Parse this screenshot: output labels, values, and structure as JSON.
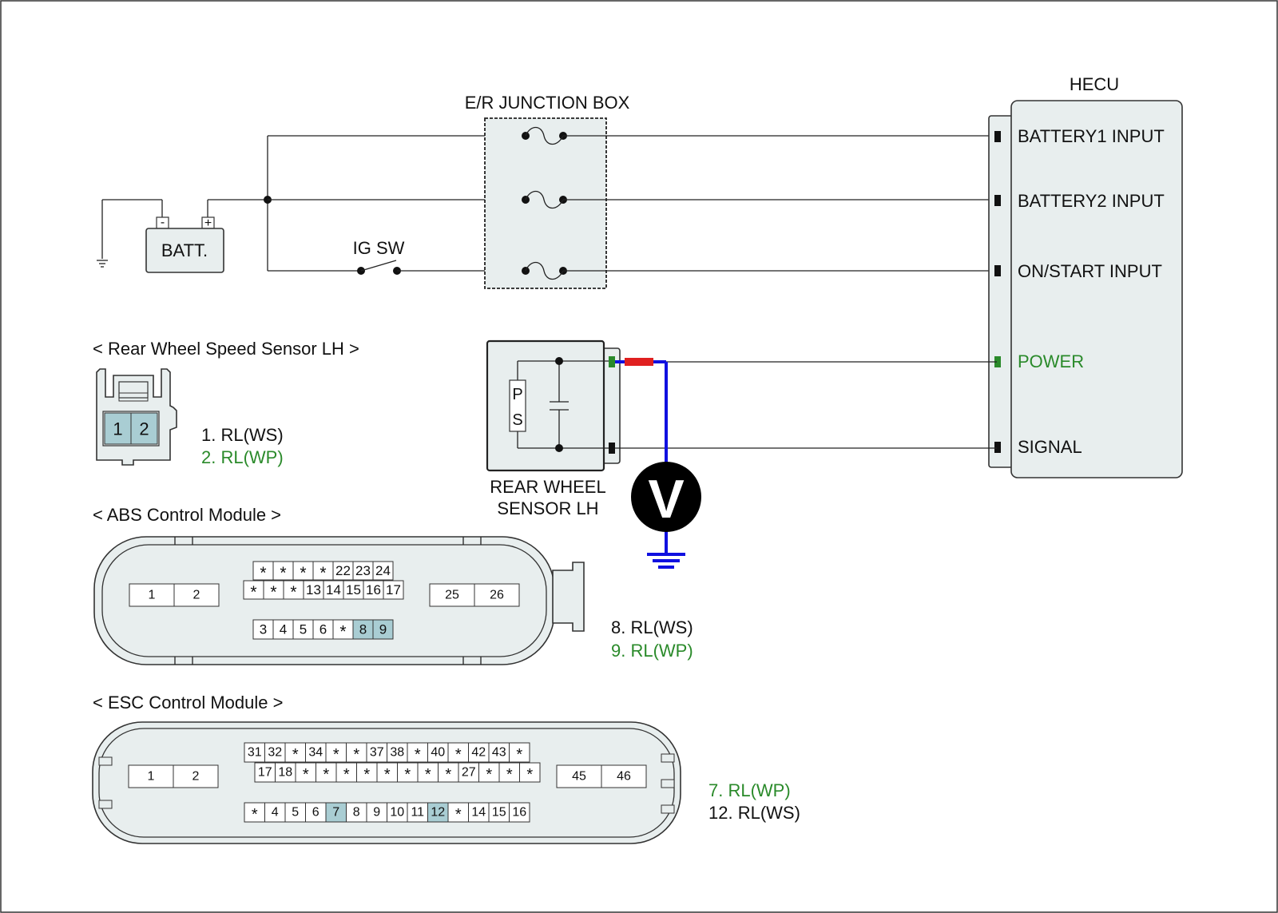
{
  "colors": {
    "body_fill": "#e8eeee",
    "pin_highlight": "#a9cdd3",
    "green_label": "#2a8a2a",
    "probe_wire": "#1010e0",
    "probe_tip": "#e02020"
  },
  "junction_box": {
    "title": "E/R JUNCTION BOX"
  },
  "battery": {
    "label": "BATT.",
    "neg": "-",
    "pos": "+"
  },
  "ig_switch": {
    "label": "IG SW"
  },
  "hecu": {
    "title": "HECU",
    "inputs": [
      "BATTERY1 INPUT",
      "BATTERY2 INPUT",
      "ON/START INPUT",
      "POWER",
      "SIGNAL"
    ]
  },
  "rear_sensor": {
    "title_line1": "REAR WHEEL",
    "title_line2": "SENSOR LH",
    "ps_p": "P",
    "ps_s": "S"
  },
  "voltmeter": {
    "symbol": "V",
    "icon": "voltmeter-icon"
  },
  "wss_connector": {
    "title": "< Rear Wheel Speed Sensor LH >",
    "pins": [
      "1",
      "2"
    ],
    "legend": [
      "1. RL(WS)",
      "2. RL(WP)"
    ]
  },
  "abs_module": {
    "title": "< ABS Control Module >",
    "left_pins": [
      "1",
      "2"
    ],
    "right_pins": [
      "25",
      "26"
    ],
    "row1": [
      "*",
      "*",
      "*",
      "*",
      "22",
      "23",
      "24"
    ],
    "row2": [
      "*",
      "*",
      "*",
      "13",
      "14",
      "15",
      "16",
      "17"
    ],
    "row3": [
      "3",
      "4",
      "5",
      "6",
      "*",
      "8",
      "9"
    ],
    "highlighted": [
      "8",
      "9"
    ],
    "legend": [
      "8. RL(WS)",
      "9. RL(WP)"
    ]
  },
  "esc_module": {
    "title": "< ESC Control Module >",
    "left_pins": [
      "1",
      "2"
    ],
    "right_pins": [
      "45",
      "46"
    ],
    "row1": [
      "31",
      "32",
      "*",
      "34",
      "*",
      "*",
      "37",
      "38",
      "*",
      "40",
      "*",
      "42",
      "43",
      "*"
    ],
    "row2": [
      "17",
      "18",
      "*",
      "*",
      "*",
      "*",
      "*",
      "*",
      "*",
      "*",
      "27",
      "*",
      "*",
      "*"
    ],
    "row3": [
      "*",
      "4",
      "5",
      "6",
      "7",
      "8",
      "9",
      "10",
      "11",
      "12",
      "*",
      "14",
      "15",
      "16"
    ],
    "highlighted": [
      "7",
      "12"
    ],
    "legend": [
      "7. RL(WP)",
      "12. RL(WS)"
    ]
  }
}
